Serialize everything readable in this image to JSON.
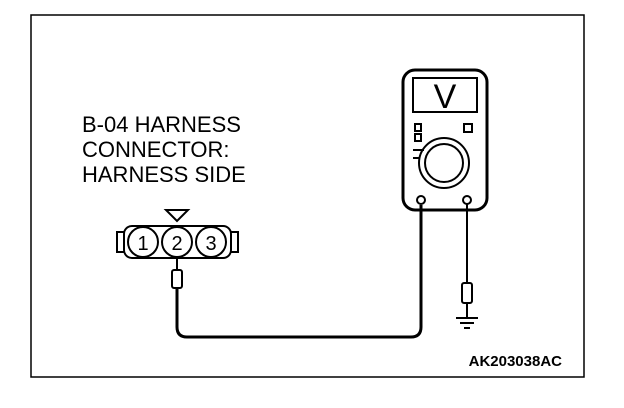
{
  "connector": {
    "label_lines": [
      "B-04 HARNESS",
      "CONNECTOR:",
      "HARNESS SIDE"
    ],
    "pins": [
      "1",
      "2",
      "3"
    ]
  },
  "meter": {
    "display_symbol": "V"
  },
  "figure_code": "AK203038AC"
}
